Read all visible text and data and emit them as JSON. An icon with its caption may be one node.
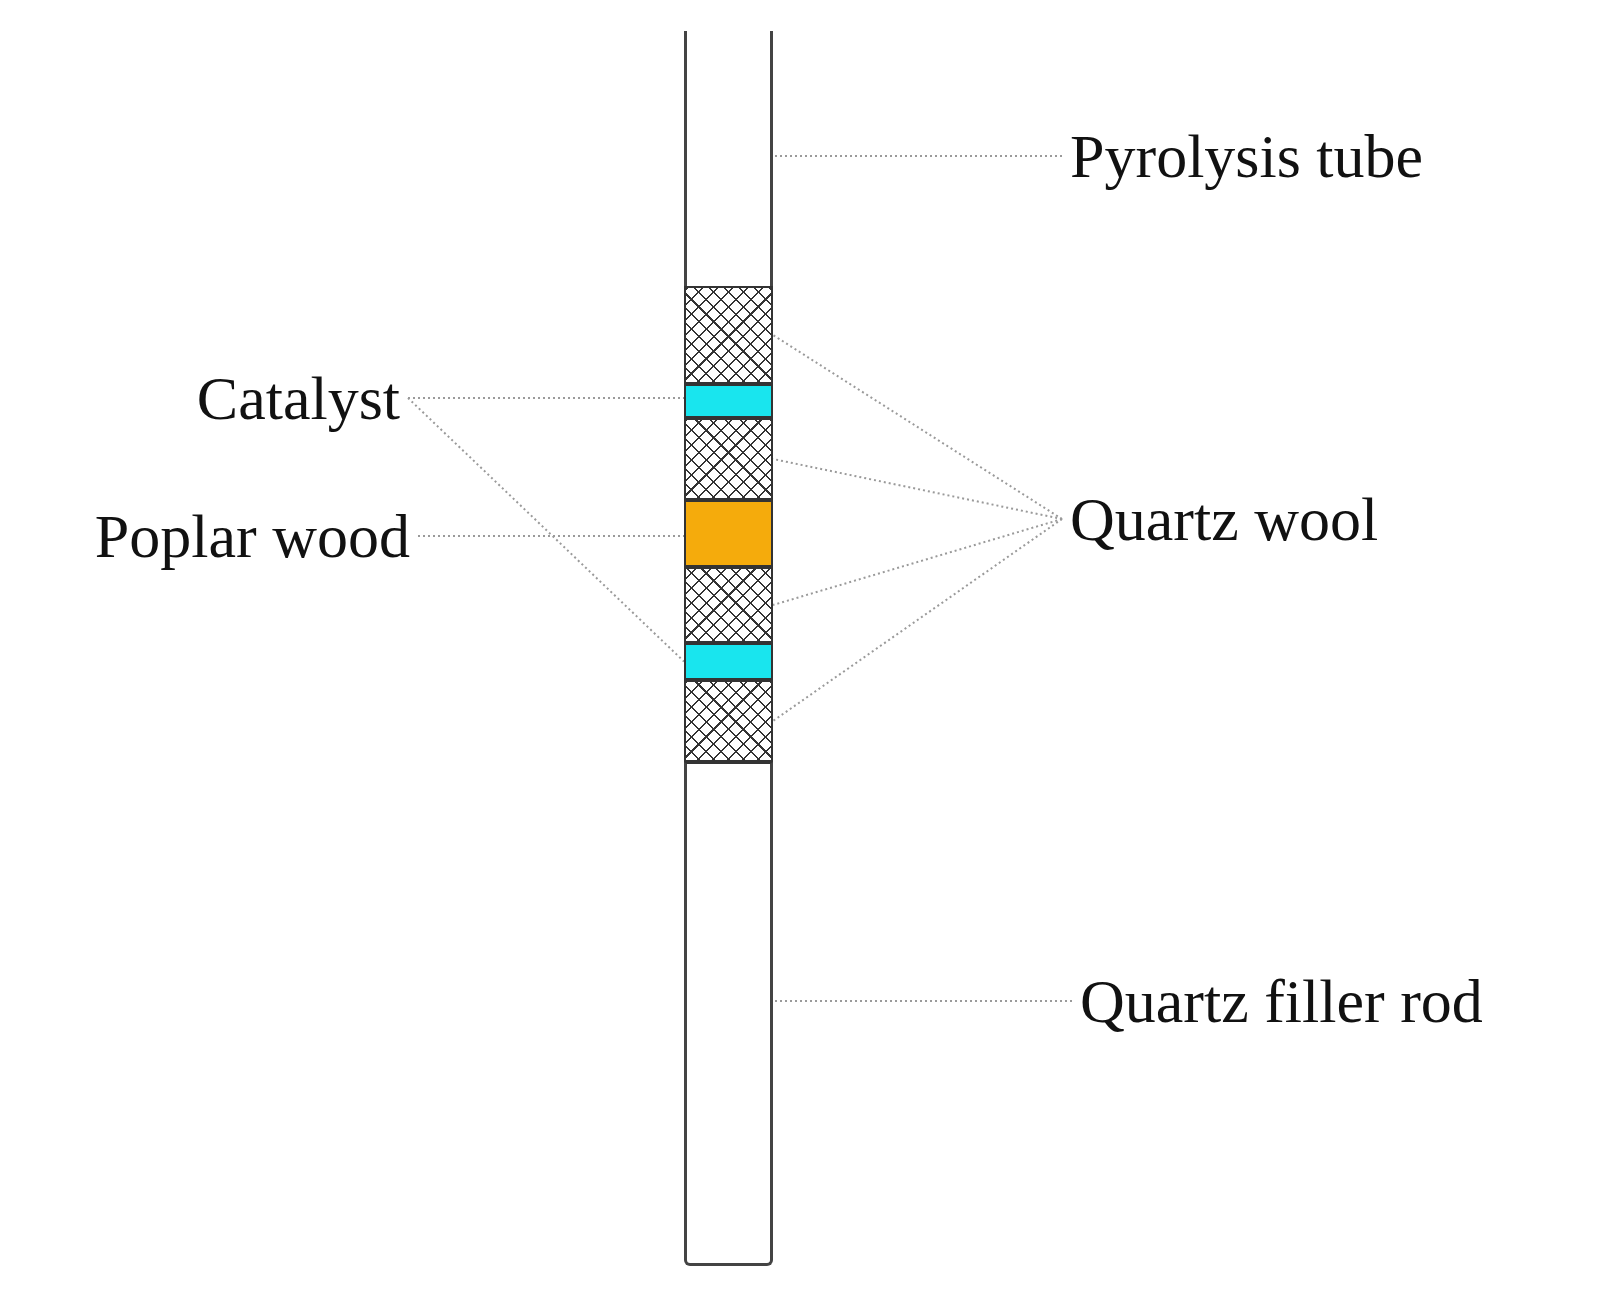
{
  "diagram": {
    "nodes": [
      {
        "text": [
          "Pyrolysis tube"
        ]
      },
      {
        "text": [
          "Catalyst"
        ]
      },
      {
        "text": [
          "Poplar wood"
        ]
      },
      {
        "text": [
          "Quartz wool"
        ]
      },
      {
        "text": [
          "Quartz filler rod"
        ]
      },
      {
        "text": [],
        "shape": "box"
      },
      {
        "text": [],
        "shape": "box"
      },
      {
        "text": [],
        "shape": "box"
      },
      {
        "text": [],
        "shape": "box"
      },
      {
        "text": [],
        "shape": "box"
      },
      {
        "text": [],
        "shape": "box"
      },
      {
        "text": [],
        "shape": "box"
      },
      {
        "text": [],
        "shape": "box"
      },
      {
        "text": [],
        "shape": "box"
      }
    ],
    "edges": [
      {
        "from": 0,
        "to": 5,
        "arrow": "none"
      },
      {
        "from": 1,
        "to": 7,
        "arrow": "none"
      },
      {
        "from": 1,
        "to": 11,
        "arrow": "none"
      },
      {
        "from": 2,
        "to": 9,
        "arrow": "none"
      },
      {
        "from": 3,
        "to": 6,
        "arrow": "none"
      },
      {
        "from": 3,
        "to": 8,
        "arrow": "none"
      },
      {
        "from": 3,
        "to": 10,
        "arrow": "none"
      },
      {
        "from": 3,
        "to": 12,
        "arrow": "none"
      },
      {
        "from": 4,
        "to": 13,
        "arrow": "none"
      }
    ]
  }
}
